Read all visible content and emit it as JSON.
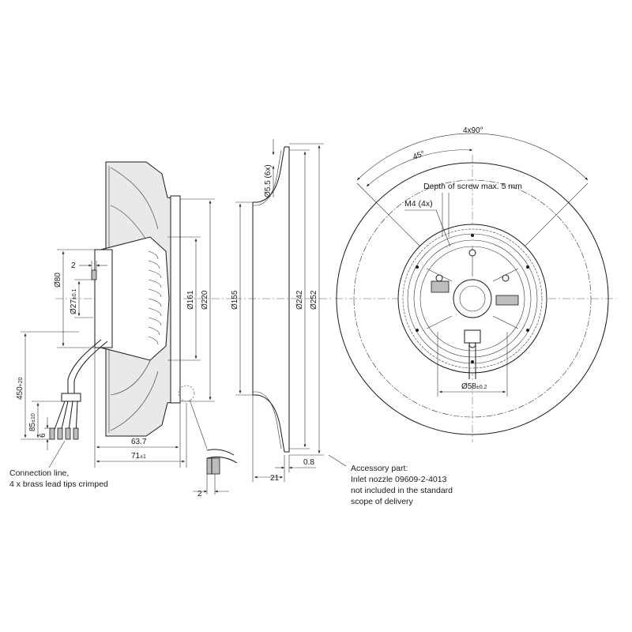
{
  "dimensions": {
    "d220": "Ø220",
    "d161": "Ø161",
    "d80": "Ø80",
    "d27": "Ø27",
    "d27_tol": "±0.1",
    "gap_2_top": "2",
    "len_63_7": "63.7",
    "len_71": "71",
    "len_71_tol": "±1",
    "lead_450": "450",
    "lead_450_tol": "+20",
    "lead_85": "85",
    "lead_85_tol": "±10",
    "lead_6": "6",
    "detail_2": "2",
    "d155": "Ø155",
    "d242": "Ø242",
    "d252": "Ø252",
    "d5_5": "Ø5.5 (6x)",
    "nozzle_21": "21",
    "nozzle_0_8": "0.8",
    "angle_4x90": "4x90°",
    "angle_45": "45°",
    "screw_depth": "Depth of screw max. 5 mm",
    "m4": "M4 (4x)",
    "d58": "Ø58",
    "d58_tol": "±0.2"
  },
  "notes": {
    "connection_line_1": "Connection line,",
    "connection_line_2": "4 x brass lead tips crimped",
    "accessory_1": "Accessory part:",
    "accessory_2": "Inlet nozzle 09609-2-4013",
    "accessory_3": "not included in the standard",
    "accessory_4": "scope of delivery"
  },
  "colors": {
    "line": "#1a1a1a",
    "hatch": "#e9e9e9",
    "dark_fill": "#bdbdbd",
    "background": "#ffffff"
  }
}
